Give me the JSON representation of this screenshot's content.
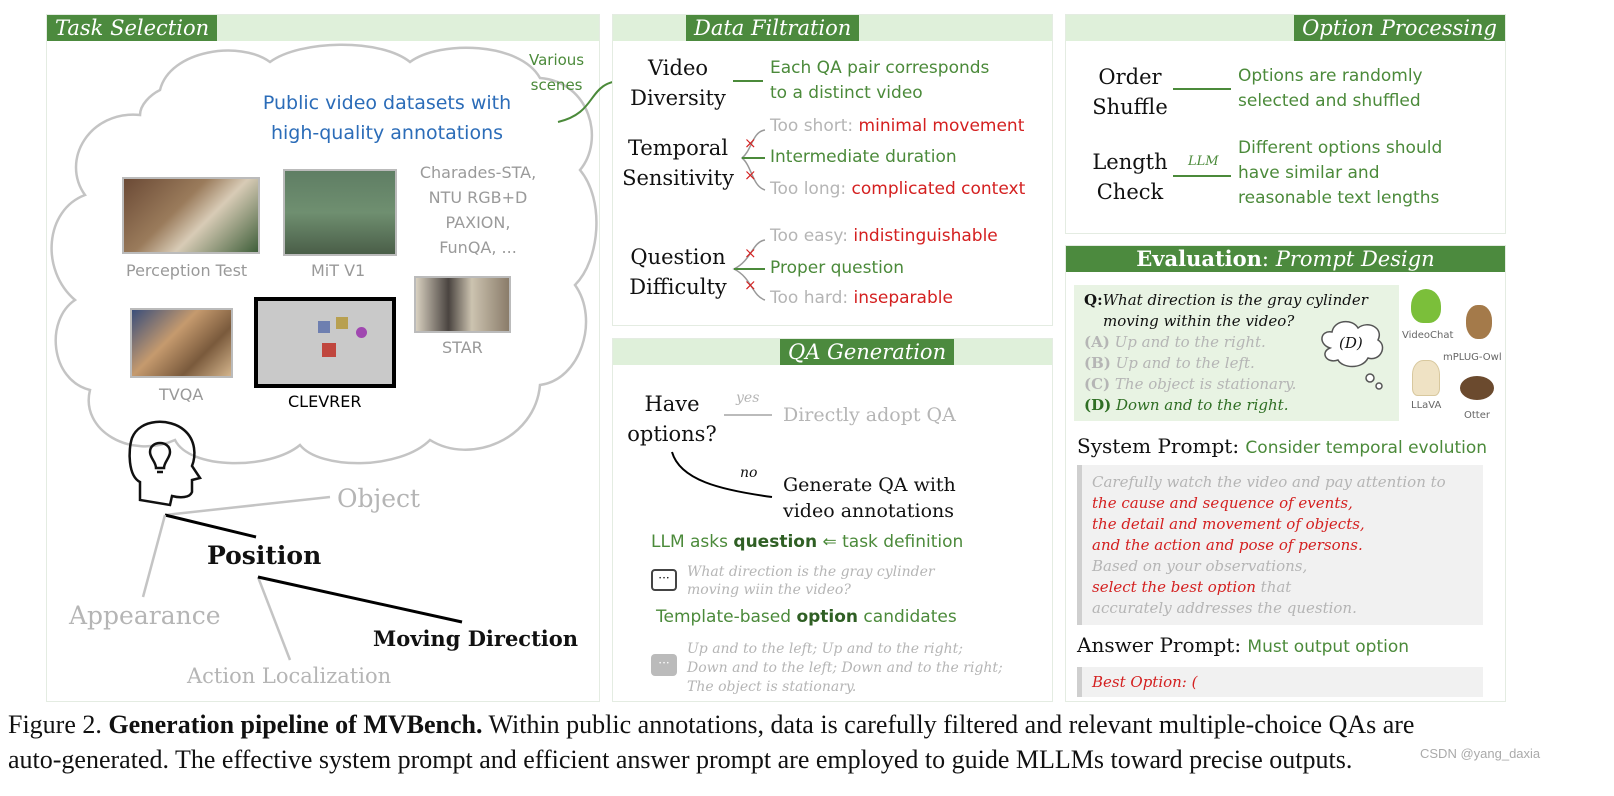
{
  "task_selection": {
    "title": "Task Selection",
    "various_scenes": [
      "Various",
      "scenes"
    ],
    "public_datasets": [
      "Public video datasets with",
      "high-quality annotations"
    ],
    "other_datasets": [
      "Charades-STA,",
      "NTU RGB+D",
      "PAXION,",
      "FunQA, ..."
    ],
    "datasets": [
      "Perception Test",
      "MiT V1",
      "TVQA",
      "CLEVRER",
      "STAR"
    ],
    "dimensions": {
      "object": "Object",
      "position": "Position",
      "appearance": "Appearance",
      "moving_direction": "Moving Direction",
      "action_localization": "Action Localization"
    }
  },
  "data_filtration": {
    "title": "Data Filtration",
    "video_diversity": {
      "label": [
        "Video",
        "Diversity"
      ],
      "desc": [
        "Each QA pair corresponds",
        "to a distinct video"
      ]
    },
    "temporal_sensitivity": {
      "label": [
        "Temporal",
        "Sensitivity"
      ],
      "too_short_label": "Too short:",
      "too_short_value": "minimal movement",
      "middle": "Intermediate duration",
      "too_long_label": "Too long:",
      "too_long_value": "complicated context",
      "mark": "×"
    },
    "question_difficulty": {
      "label": [
        "Question",
        "Difficulty"
      ],
      "too_easy_label": "Too easy:",
      "too_easy_value": "indistinguishable",
      "middle": "Proper question",
      "too_hard_label": "Too hard:",
      "too_hard_value": "inseparable",
      "mark": "×"
    }
  },
  "qa_generation": {
    "title": "QA Generation",
    "have_options": [
      "Have",
      "options?"
    ],
    "yes": "yes",
    "no": "no",
    "directly_adopt": "Directly adopt QA",
    "generate": [
      "Generate QA with",
      "video annotations"
    ],
    "llm_asks_prefix": "LLM asks ",
    "llm_asks_bold": "question",
    "llm_asks_suffix": " ⇐ task definition",
    "example_question": [
      "What direction is the  gray cylinder",
      "moving wiin the video?"
    ],
    "template_prefix": "Template-based ",
    "template_bold": "option",
    "template_suffix": " candidates",
    "example_options": [
      "Up and to the left;  Up and to the right;",
      "Down and to the left;  Down and to the right;",
      "The object is stationary."
    ]
  },
  "option_processing": {
    "title": "Option Processing",
    "order_shuffle": {
      "label": [
        "Order",
        "Shuffle"
      ],
      "desc": [
        "Options are randomly",
        "selected and shuffled"
      ]
    },
    "length_check": {
      "label": [
        "Length",
        "Check"
      ],
      "tag": "LLM",
      "desc": [
        "Different options should",
        "have similar and",
        "reasonable text lengths"
      ]
    }
  },
  "evaluation": {
    "title_bold": "Evaluation",
    "title_sep": ": ",
    "title_italic": "Prompt Design",
    "q_label": "Q",
    "question": "What direction is the gray cylinder",
    "question2": "moving within the video?",
    "options": [
      {
        "key": "(A)",
        "text": "Up and to the right."
      },
      {
        "key": "(B)",
        "text": "Up and to the left."
      },
      {
        "key": "(C)",
        "text": "The object is stationary."
      },
      {
        "key": "(D)",
        "text": "Down and to the right."
      }
    ],
    "thought": "(D)",
    "models": [
      "VideoChat",
      "mPLUG-Owl",
      "LLaVA",
      "Otter"
    ],
    "system_prompt_label": "System Prompt:",
    "system_prompt_value": "Consider temporal evolution",
    "system_text": {
      "l1": "Carefully watch the video and pay attention to",
      "l2": "the cause and sequence of events,",
      "l3": "the detail and movement of objects,",
      "l4": "and the action and pose of persons.",
      "l5": "Based on your observations,",
      "l6a": "select the best option",
      "l6b": " that",
      "l7": "accurately addresses the question."
    },
    "answer_prompt_label": "Answer Prompt:",
    "answer_prompt_value": "Must output option",
    "best_option": "Best Option: ("
  },
  "caption": {
    "label": "Figure 2.",
    "bold": "Generation pipeline of MVBench.",
    "text1": " Within public annotations, data is carefully filtered and relevant multiple-choice QAs are",
    "text2": "auto-generated. The effective system prompt and efficient answer prompt are employed to guide MLLMs toward precise outputs."
  },
  "watermark": "CSDN @yang_daxia"
}
